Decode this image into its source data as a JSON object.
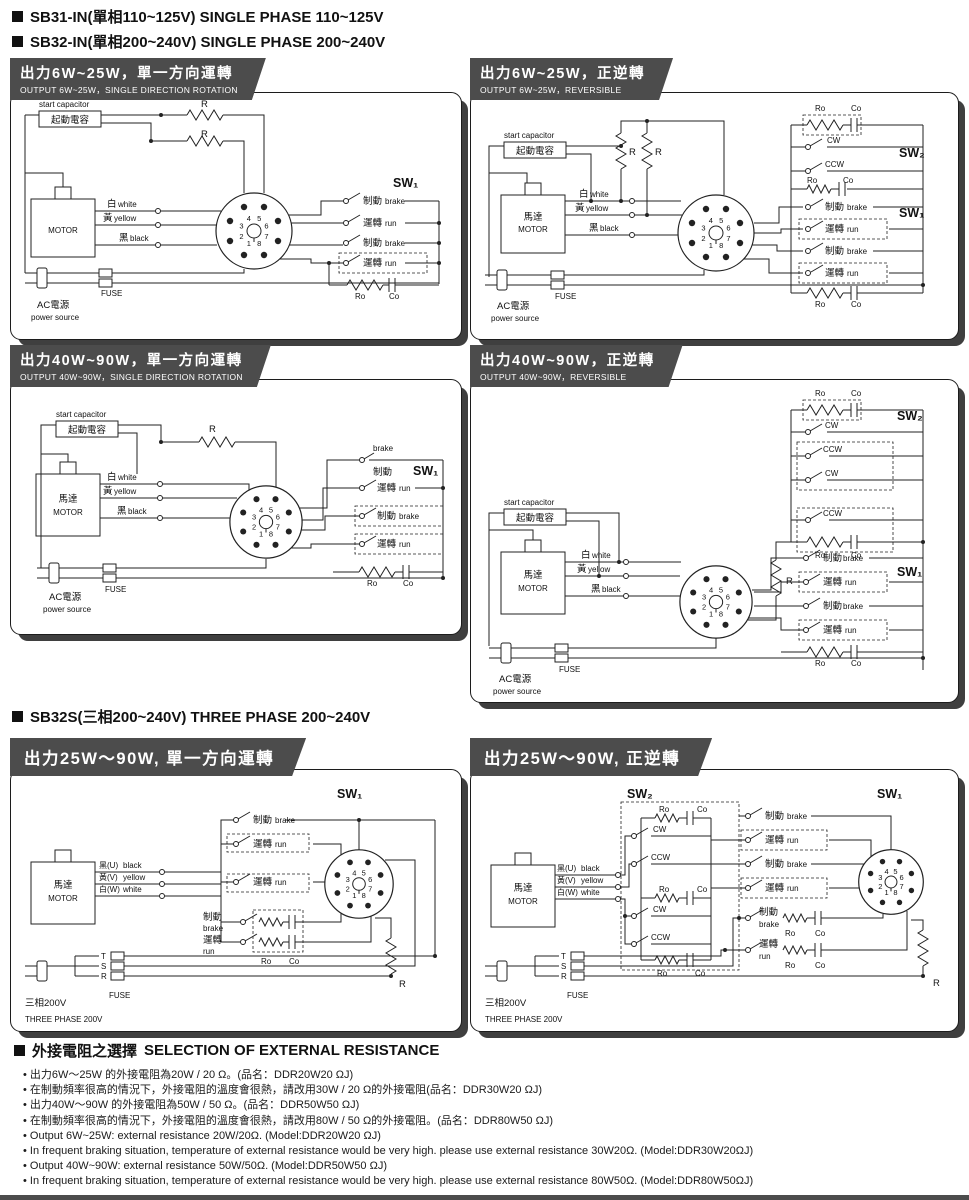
{
  "headers": {
    "line1": "SB31-IN(單相110~125V) SINGLE PHASE 110~125V",
    "line2": "SB32-IN(單相200~240V) SINGLE PHASE 200~240V",
    "three_phase": "SB32S(三相200~240V) THREE PHASE 200~240V",
    "selection_zh": "外接電阻之選擇",
    "selection_en": "SELECTION OF EXTERNAL RESISTANCE"
  },
  "panels": {
    "p1": {
      "title_zh": "出力6W~25W，單一方向運轉",
      "title_en": "OUTPUT 6W~25W，SINGLE DIRECTION ROTATION"
    },
    "p2": {
      "title_zh": "出力6W~25W，正逆轉",
      "title_en": "OUTPUT 6W~25W，REVERSIBLE"
    },
    "p3": {
      "title_zh": "出力40W~90W，單一方向運轉",
      "title_en": "OUTPUT 40W~90W，SINGLE DIRECTION ROTATION"
    },
    "p4": {
      "title_zh": "出力40W~90W，正逆轉",
      "title_en": "OUTPUT 40W~90W，REVERSIBLE"
    },
    "p5": {
      "title_zh": "出力25W～90W, 單一方向運轉"
    },
    "p6": {
      "title_zh": "出力25W～90W, 正逆轉"
    }
  },
  "labels": {
    "start_capacitor": "start capacitor",
    "start_capacitor_zh": "起動電容",
    "motor_zh": "馬達",
    "motor_en": "MOTOR",
    "white_zh": "白",
    "white_en": "white",
    "yellow_zh": "黃",
    "yellow_en": "yellow",
    "black_zh": "黑",
    "black_en": "black",
    "brake_zh": "制動",
    "brake_en": "brake",
    "run_zh": "運轉",
    "run_en": "run",
    "sw1": "SW₁",
    "sw2": "SW₂",
    "r": "R",
    "ro": "Ro",
    "co": "Co",
    "cw": "CW",
    "ccw": "CCW",
    "ac_power_zh": "AC電源",
    "power_source_en": "power source",
    "fuse": "FUSE",
    "u_zh": "黑(U)",
    "u_en": "black",
    "v_zh": "黃(V)",
    "v_en": "yellow",
    "w_zh": "白(W)",
    "w_en": "white",
    "t": "T",
    "s": "S",
    "three_phase_zh": "三相200V",
    "three_phase_en": "THREE PHASE 200V",
    "pins": [
      "1",
      "2",
      "3",
      "4",
      "5",
      "6",
      "7",
      "8"
    ]
  },
  "notes": [
    "• 出力6W～25W 的外接電阻為20W / 20 Ω。(品名：DDR20W20 ΩJ)",
    "• 在制動頻率很高的情況下，外接電阻的溫度會很熱，請改用30W / 20 Ω的外接電阻(品名：DDR30W20 ΩJ)",
    "• 出力40W～90W 的外接電阻為50W / 50 Ω。(品名：DDR50W50 ΩJ)",
    "• 在制動頻率很高的情況下，外接電阻的溫度會很熱，請改用80W / 50 Ω的外接電阻。(品名：DDR80W50 ΩJ)",
    "• Output 6W~25W: external resistance 20W/20Ω. (Model:DDR20W20 ΩJ)",
    "• In frequent braking situation, temperature of external resistance would be very high. please use external resistance 30W20Ω. (Model:DDR30W20ΩJ)",
    "• Output 40W~90W: external resistance 50W/50Ω. (Model:DDR50W50 ΩJ)",
    "• In frequent braking situation, temperature of external resistance would be very high. please use external resistance 80W50Ω. (Model:DDR80W50ΩJ)"
  ]
}
